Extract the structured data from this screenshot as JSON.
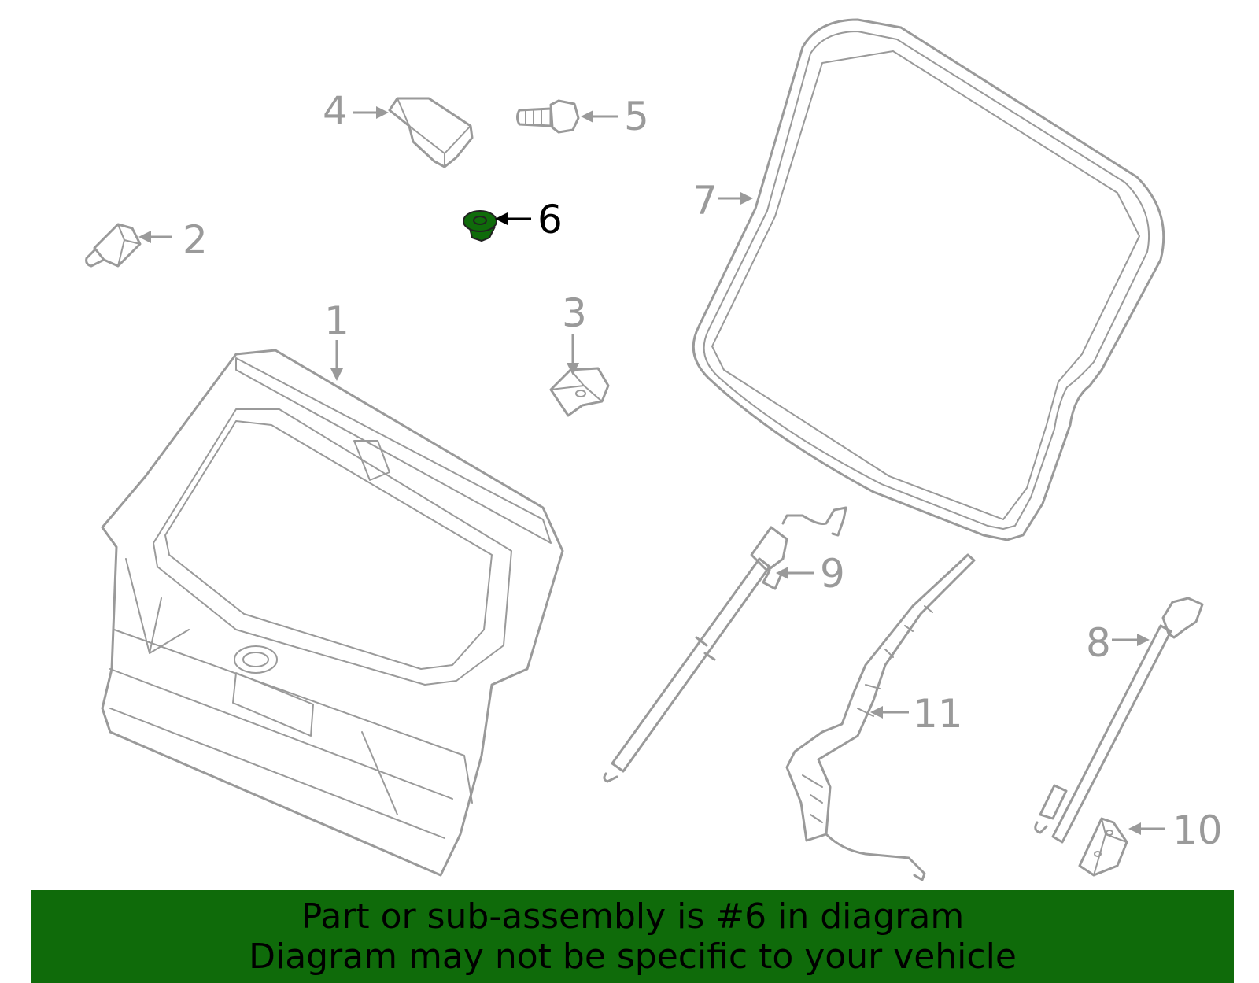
{
  "diagram": {
    "highlight_color": "#0f6b0a",
    "line_color": "#9a9a9a",
    "callouts": [
      {
        "id": "1",
        "label": "1"
      },
      {
        "id": "2",
        "label": "2"
      },
      {
        "id": "3",
        "label": "3"
      },
      {
        "id": "4",
        "label": "4"
      },
      {
        "id": "5",
        "label": "5"
      },
      {
        "id": "6",
        "label": "6",
        "highlighted": true
      },
      {
        "id": "7",
        "label": "7"
      },
      {
        "id": "8",
        "label": "8"
      },
      {
        "id": "9",
        "label": "9"
      },
      {
        "id": "10",
        "label": "10"
      },
      {
        "id": "11",
        "label": "11"
      }
    ]
  },
  "banner": {
    "background": "#0f6b0a",
    "line1": "Part or sub-assembly is #6 in diagram",
    "line2": "Diagram may not be specific to your vehicle"
  }
}
